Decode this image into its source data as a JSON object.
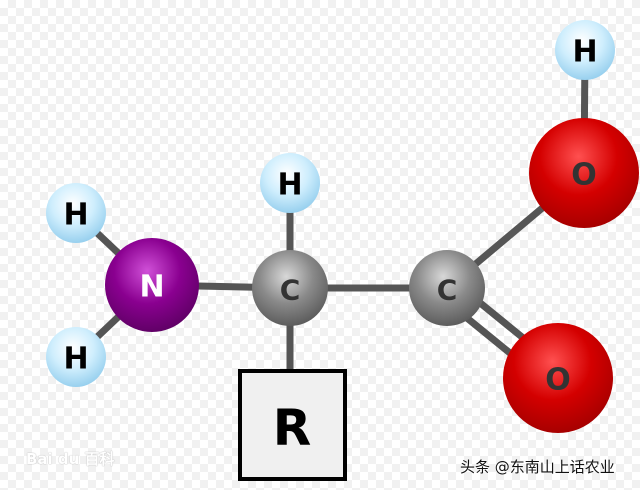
{
  "atoms": {
    "h_top_right": "H",
    "o_hydroxyl": "O",
    "h_alpha": "H",
    "h_amine_top": "H",
    "n_amine": "N",
    "c_alpha": "C",
    "c_carboxyl": "C",
    "h_amine_bottom": "H",
    "o_carbonyl": "O",
    "r_group": "R"
  },
  "colors": {
    "hydrogen": "#bfe6fb",
    "oxygen": "#d40000",
    "nitrogen": "#8a0090",
    "carbon": "#808080",
    "bond": "#555555",
    "r_box": "#f0f0f0"
  },
  "watermarks": {
    "baidu": "Bai du 百科",
    "toutiao": "头条 @东南山上话农业"
  }
}
